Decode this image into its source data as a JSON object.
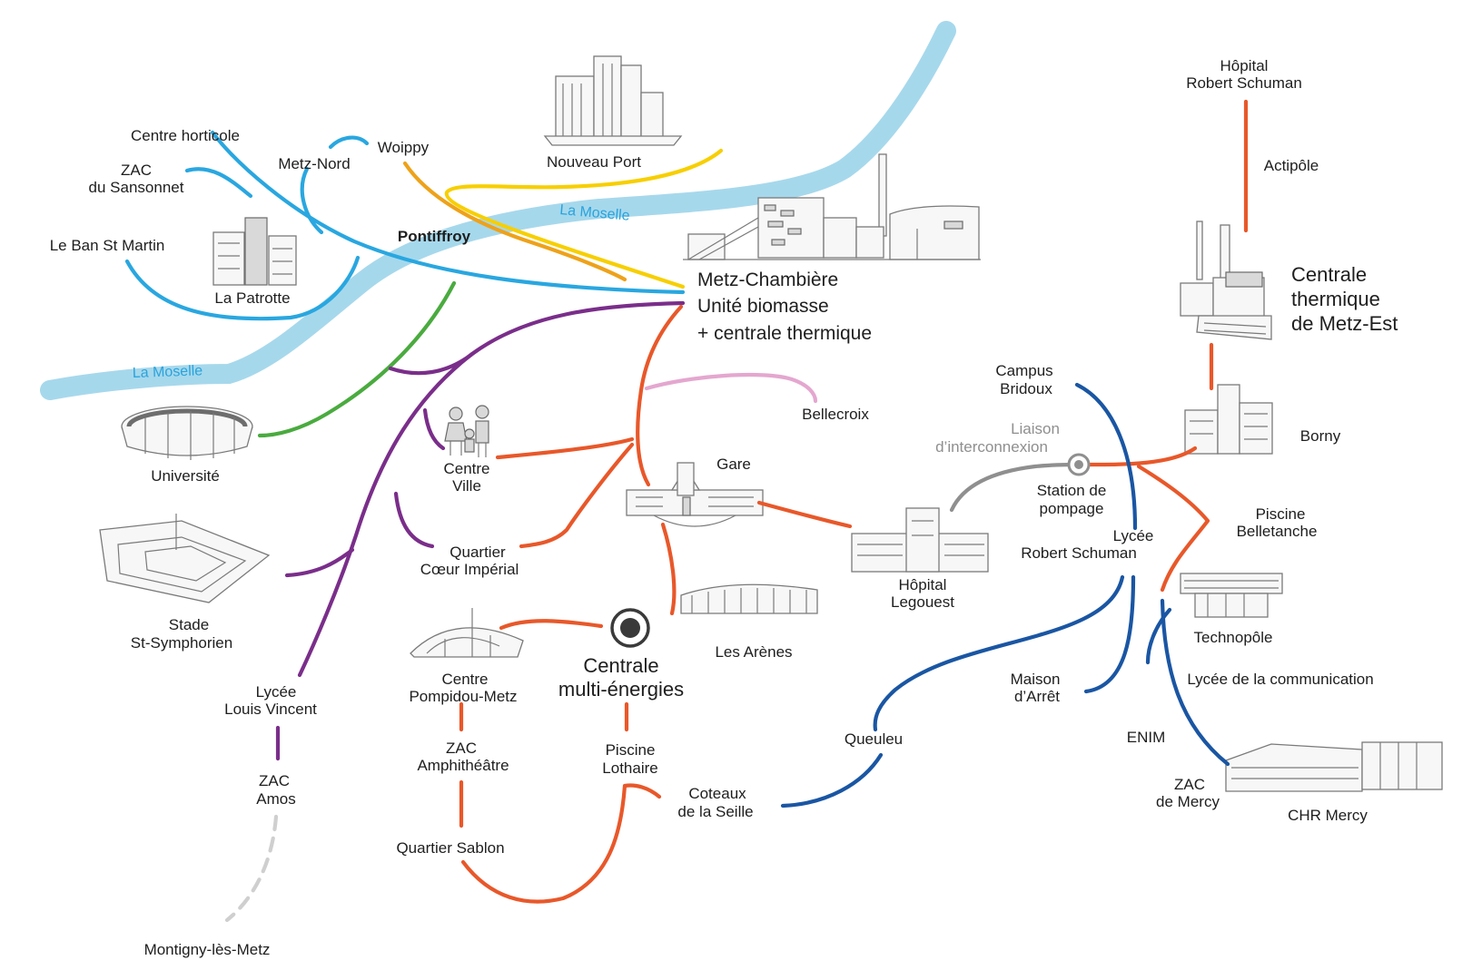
{
  "colors": {
    "river": "#a6d8ec",
    "line_blue_light": "#29a7e0",
    "line_yellow": "#f7cf00",
    "line_amber": "#eea21a",
    "line_green": "#4aab3f",
    "line_purple": "#7a2e8a",
    "line_orange": "#e8582a",
    "line_pink": "#e4a7cf",
    "line_navy": "#1a56a3",
    "line_grey": "#8f8f8f",
    "line_dashed": "#cfcfcf",
    "text": "#1e1e1e"
  },
  "river": {
    "label_upper": "La Moselle",
    "label_lower": "La Moselle"
  },
  "labels": {
    "centre_horticole": "Centre horticole",
    "zac_sansonnet_1": "ZAC",
    "zac_sansonnet_2": "du Sansonnet",
    "metz_nord": "Metz-Nord",
    "woippy": "Woippy",
    "le_ban_st_martin": "Le Ban St Martin",
    "la_patrotte": "La Patrotte",
    "pontiffroy": "Pontiffroy",
    "nouveau_port": "Nouveau Port",
    "metz_chambiere_1": "Metz-Chambière",
    "metz_chambiere_2": "Unité biomasse",
    "metz_chambiere_3": "+ centrale thermique",
    "universite": "Université",
    "bellecroix": "Bellecroix",
    "centre_ville_1": "Centre",
    "centre_ville_2": "Ville",
    "gare": "Gare",
    "quartier_coeur_1": "Quartier",
    "quartier_coeur_2": "Cœur Impérial",
    "stade_1": "Stade",
    "stade_2": "St-Symphorien",
    "lycee_louis_vincent_1": "Lycée",
    "lycee_louis_vincent_2": "Louis Vincent",
    "zac_amos_1": "ZAC",
    "zac_amos_2": "Amos",
    "montigny": "Montigny-lès-Metz",
    "centre_pompidou_1": "Centre",
    "centre_pompidou_2": "Pompidou-Metz",
    "zac_amphitheatre_1": "ZAC",
    "zac_amphitheatre_2": "Amphithéâtre",
    "quartier_sablon": "Quartier Sablon",
    "centrale_multi_1": "Centrale",
    "centrale_multi_2": "multi-énergies",
    "les_arenes": "Les Arènes",
    "piscine_lothaire_1": "Piscine",
    "piscine_lothaire_2": "Lothaire",
    "coteaux_seille_1": "Coteaux",
    "coteaux_seille_2": "de la Seille",
    "queuleu": "Queuleu",
    "hopital_legouest_1": "Hôpital",
    "hopital_legouest_2": "Legouest",
    "campus_bridoux_1": "Campus",
    "campus_bridoux_2": "Bridoux",
    "liaison_1": "Liaison",
    "liaison_2": "d’interconnexion",
    "station_pompage_1": "Station de",
    "station_pompage_2": "pompage",
    "lycee_rs_1": "Lycée",
    "lycee_rs_2": "Robert Schuman",
    "maison_arret_1": "Maison",
    "maison_arret_2": "d’Arrêt",
    "hopital_rs_1": "Hôpital",
    "hopital_rs_2": "Robert Schuman",
    "actipole": "Actipôle",
    "centrale_est_1": "Centrale",
    "centrale_est_2": "thermique",
    "centrale_est_3": "de Metz-Est",
    "borny": "Borny",
    "piscine_belletanche_1": "Piscine",
    "piscine_belletanche_2": "Belletanche",
    "technopole": "Technopôle",
    "lycee_communication": "Lycée de la communication",
    "enim": "ENIM",
    "zac_mercy_1": "ZAC",
    "zac_mercy_2": "de Mercy",
    "chr_mercy": "CHR Mercy"
  }
}
